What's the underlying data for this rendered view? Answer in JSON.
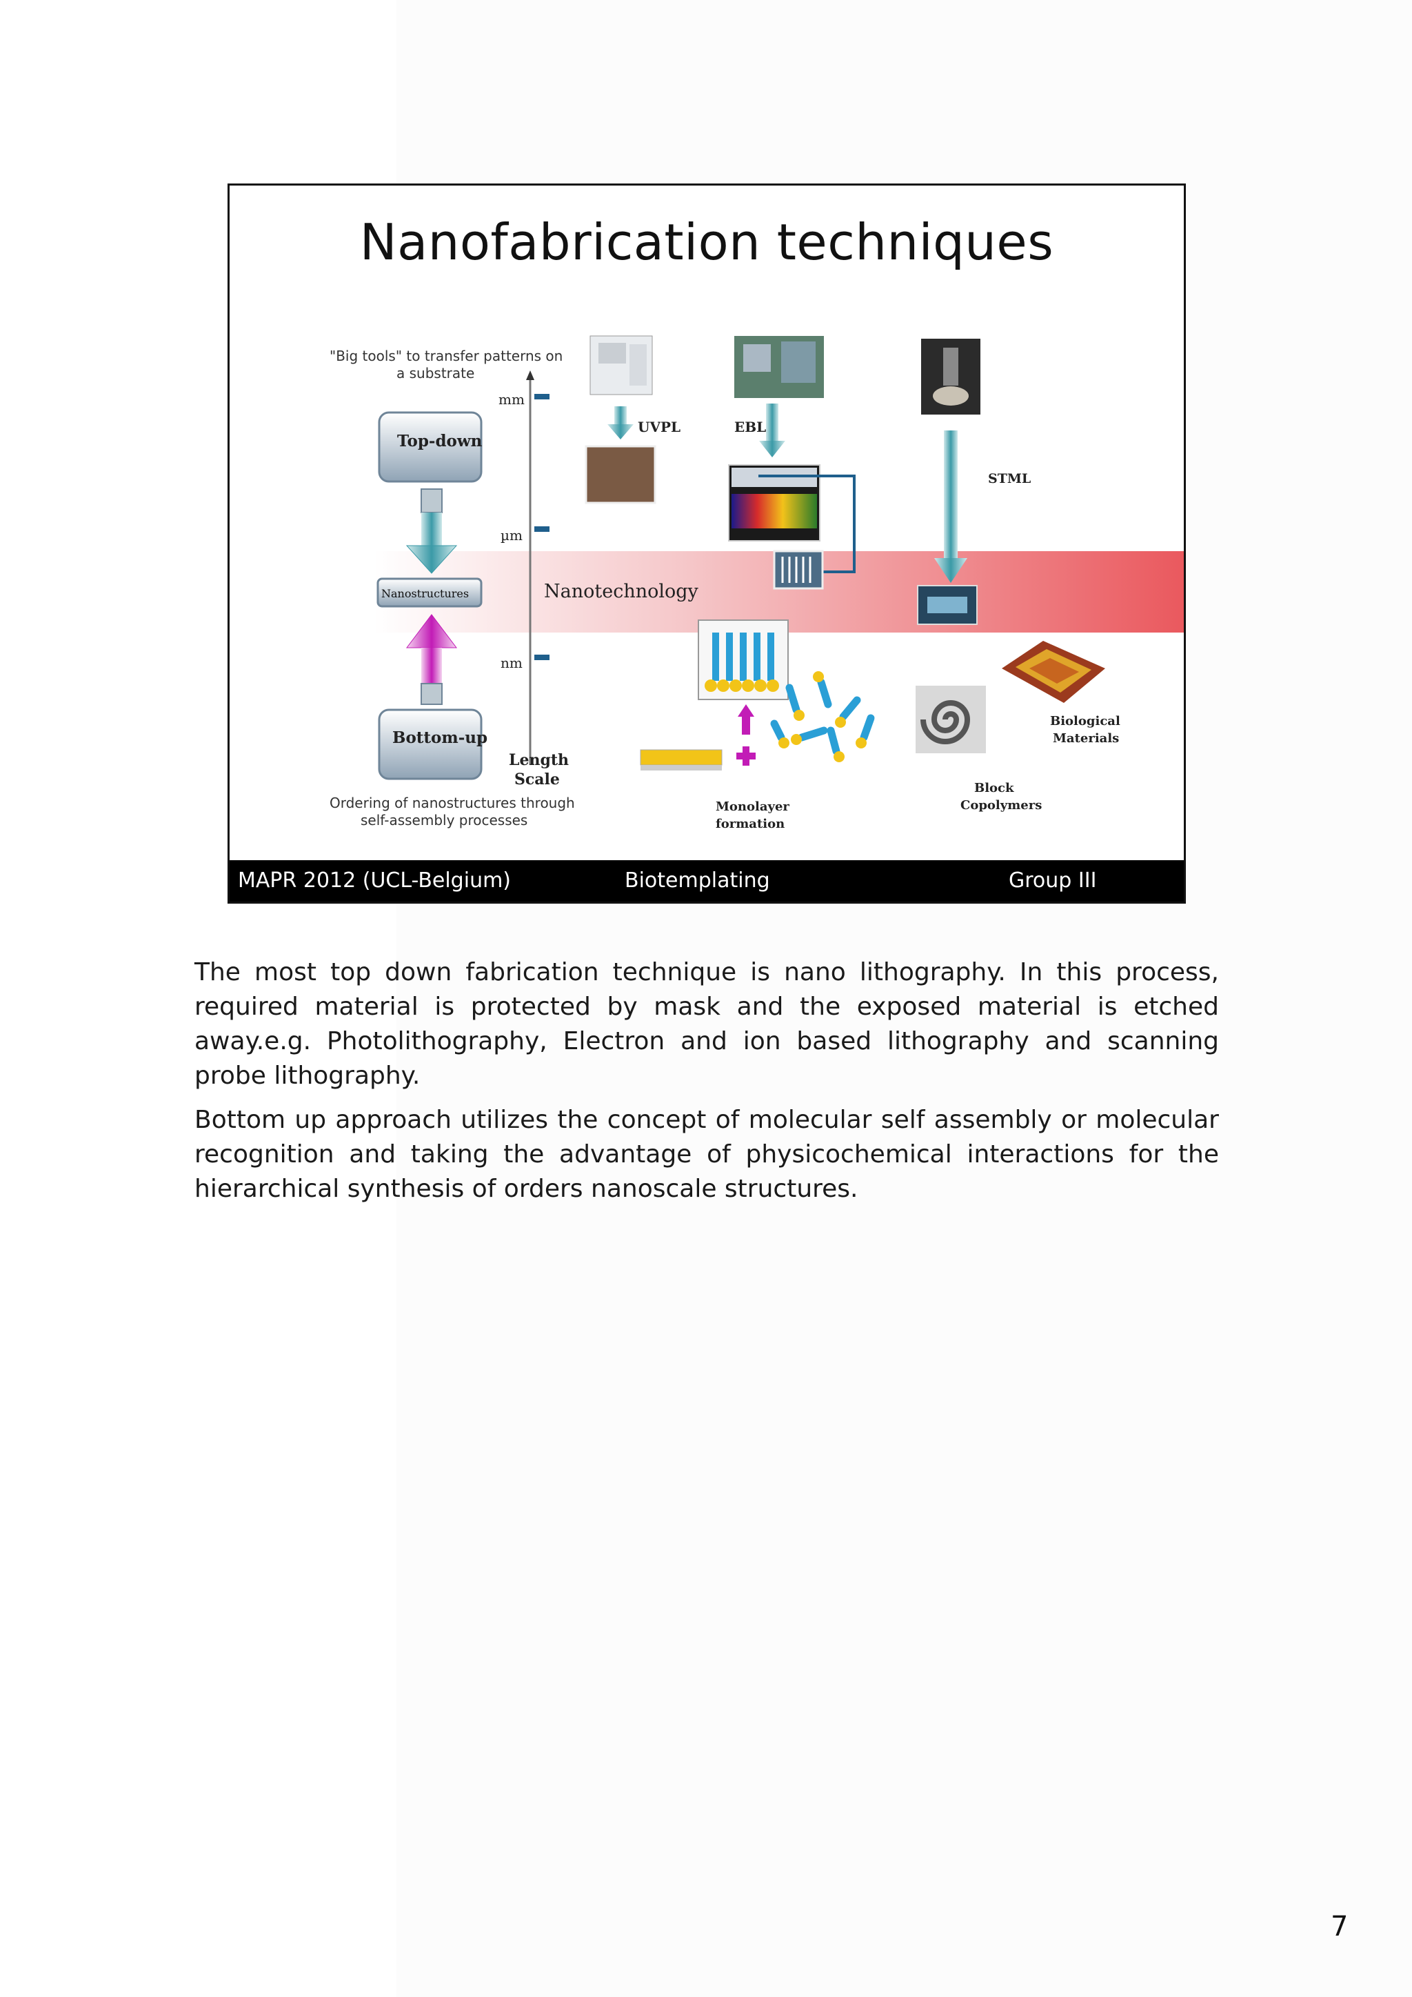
{
  "slide": {
    "title": "Nanofabrication techniques",
    "top_note_line1": "\"Big tools\" to transfer patterns on",
    "top_note_line2": "a substrate",
    "bottom_note_line1": "Ordering of nanostructures through",
    "bottom_note_line2": "self-assembly processes",
    "box_top_down": "Top-down",
    "box_nanostructures": "Nanostructures",
    "box_bottom_up": "Bottom-up",
    "scale_mm": "mm",
    "scale_um": "µm",
    "scale_nm": "nm",
    "length_scale_line1": "Length",
    "length_scale_line2": "Scale",
    "band_label": "Nanotechnology",
    "label_uvpl": "UVPL",
    "label_ebl": "EBL",
    "label_stml": "STML",
    "label_bio_line1": "Biological",
    "label_bio_line2": "Materials",
    "label_block_line1": "Block",
    "label_block_line2": "Copolymers",
    "label_mono_line1": "Monolayer",
    "label_mono_line2": "formation",
    "footer_left": "MAPR 2012 (UCL-Belgium)",
    "footer_center": "Biotemplating",
    "footer_right": "Group III"
  },
  "body": {
    "paragraph1": "The most top down fabrication technique is nano lithography. In this process, required material is protected by mask and the exposed material is etched away.e.g. Photolithography, Electron and ion based lithography and scanning probe lithography.",
    "paragraph2": "Bottom up approach utilizes the concept of molecular self assembly or molecular recognition and taking the advantage of physicochemical interactions for the hierarchical synthesis of orders nanoscale structures."
  },
  "page_number": "7",
  "colors": {
    "band_red": "#e8444a",
    "arrow_teal": "#4aa3b0",
    "arrow_magenta": "#d01fc0",
    "footer_bg": "#000000"
  }
}
